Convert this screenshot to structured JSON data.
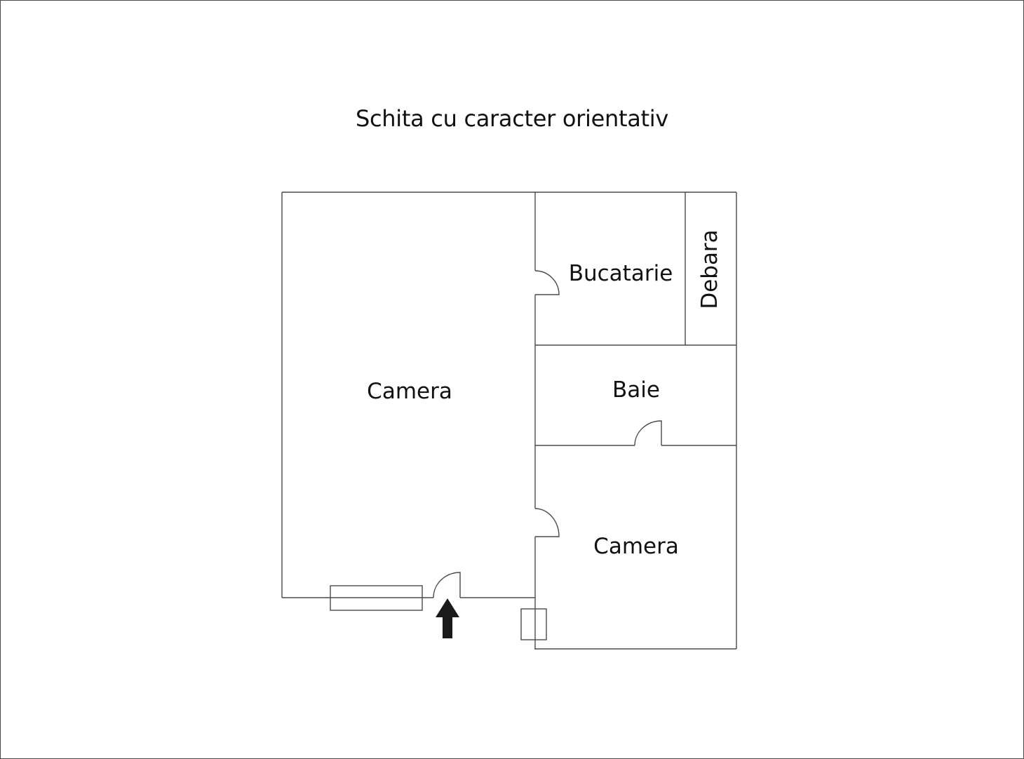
{
  "title": "Schita cu caracter orientativ",
  "rooms": [
    {
      "id": "camera-1",
      "label": "Camera"
    },
    {
      "id": "bucatarie",
      "label": "Bucatarie"
    },
    {
      "id": "debara",
      "label": "Debara"
    },
    {
      "id": "baie",
      "label": "Baie"
    },
    {
      "id": "camera-2",
      "label": "Camera"
    }
  ],
  "colors": {
    "line": "#4a4a4a",
    "arrow": "#1a1a1a",
    "background": "#ffffff"
  },
  "icons": {
    "entrance": "entrance-arrow-icon"
  }
}
